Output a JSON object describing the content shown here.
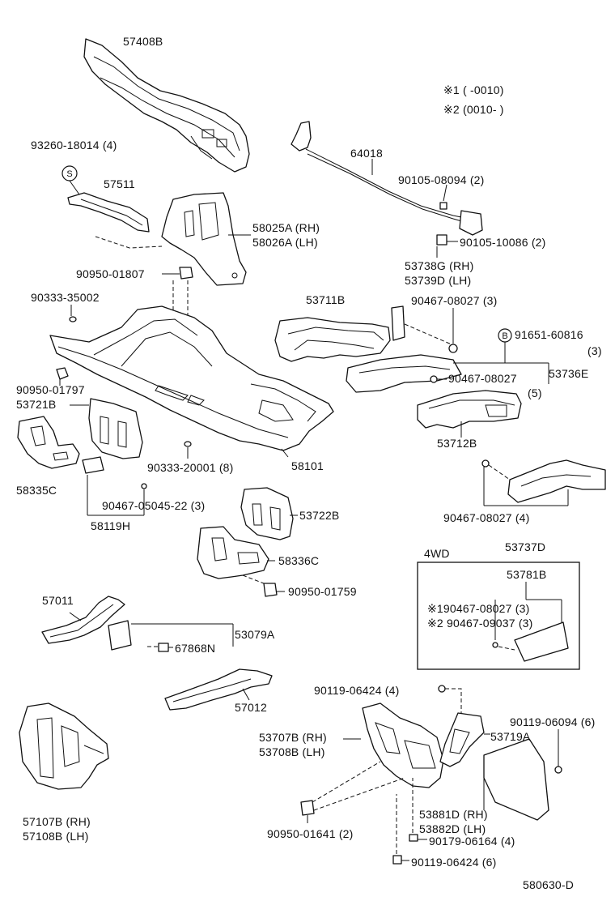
{
  "notes": {
    "note1": "※1 (        -0010)",
    "note2": "※2 (0010-         )"
  },
  "labels": {
    "p57408B": "57408B",
    "p93260": "93260-18014 (4)",
    "p57511": "57511",
    "p58025A": "58025A (RH)",
    "p58026A": "58026A (LH)",
    "p90950_01807": "90950-01807",
    "p90333_35002": "90333-35002",
    "p90950_01797": "90950-01797",
    "p53721B": "53721B",
    "p58335C": "58335C",
    "p90467_05045": "90467-05045-22 (3)",
    "p58119H": "58119H",
    "p90333_20001": "90333-20001 (8)",
    "p58101": "58101",
    "p64018": "64018",
    "p90105_08094": "90105-08094 (2)",
    "p90105_10086": "90105-10086 (2)",
    "p53738G": "53738G (RH)",
    "p53739D": "53739D (LH)",
    "p53711B": "53711B",
    "p90467_08027_3": "90467-08027 (3)",
    "p91651": "91651-60816",
    "p91651_qty": "(3)",
    "p90467_08027_5": "90467-08027",
    "p53736E": "53736E",
    "p5": "(5)",
    "p53712B": "53712B",
    "p90467_08027_4": "90467-08027 (4)",
    "p53737D": "53737D",
    "p53722B": "53722B",
    "p58336C": "58336C",
    "p90950_01759": "90950-01759",
    "p57011": "57011",
    "p53079A": "53079A",
    "p67868N": "67868N",
    "p57012": "57012",
    "p90119_06424_4": "90119-06424 (4)",
    "p53719A": "53719A",
    "p90119_06094": "90119-06094 (6)",
    "p53707B": "53707B (RH)",
    "p53708B": "53708B (LH)",
    "p53881D": "53881D (RH)",
    "p53882D": "53882D (LH)",
    "p90179": "90179-06164 (4)",
    "p90950_01641": "90950-01641 (2)",
    "p90119_06424_6": "90119-06424 (6)",
    "p57107B": "57107B (RH)",
    "p57108B": "57108B (LH)",
    "diagram_id": "580630-D"
  },
  "fourwd": {
    "title": "4WD",
    "part": "53781B",
    "line1": "※190467-08027 (3)",
    "line2": "※2 90467-09037 (3)"
  },
  "symbols": {
    "s": "S",
    "b": "B"
  }
}
